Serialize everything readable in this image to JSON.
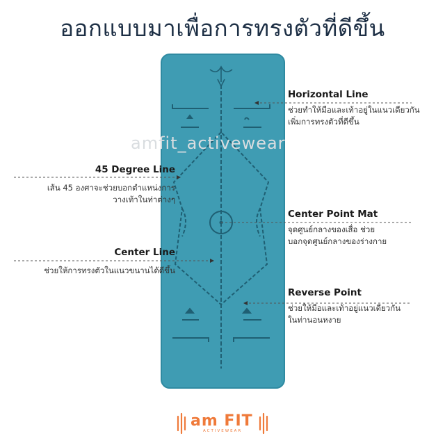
{
  "headline": "ออกแบบมาเพื่อการทรงตัวที่ดีขึ้น",
  "watermark": "amfit_activewear",
  "callouts": {
    "horizontal_line": {
      "title": "Horizontal Line",
      "desc_1": "ช่วยทำให้มือและเท้าอยู่ในแนวเดียวกัน",
      "desc_2": "เพิ่มการทรงตัวที่ดีขึ้น"
    },
    "degree_45_line": {
      "title": "45 Degree Line",
      "desc_1": "เส้น 45 องศาจะช่วยบอกตำแหน่งการ",
      "desc_2": "วางเท้าในท่าต่างๆ"
    },
    "center_point_mat": {
      "title": "Center Point Mat",
      "desc_1": "จุดศูนย์กลางของเสื่อ ช่วย",
      "desc_2": "บอกจุดศูนย์กลางของร่างกาย"
    },
    "center_line": {
      "title": "Center Line",
      "desc_1": "ช่วยให้การทรงตัวในแนวขนานได้ดีขึ้น"
    },
    "reverse_point": {
      "title": "Reverse Point",
      "desc_1": "ช่วยให้มือและเท้าอยู่แนวเดียวกัน",
      "desc_2": "ในท่านอนหงาย"
    }
  },
  "brand": {
    "logo_text": "am FIT",
    "logo_subtext": "ACTIVEWEAR"
  },
  "colors": {
    "mat": "#3f9cb3",
    "mat_line": "#1f5f73",
    "brand": "#ef7a3a",
    "headline": "#1d2f45"
  },
  "icons": [
    "yoga-mat-illustration",
    "dumbbell-logo-icon"
  ]
}
